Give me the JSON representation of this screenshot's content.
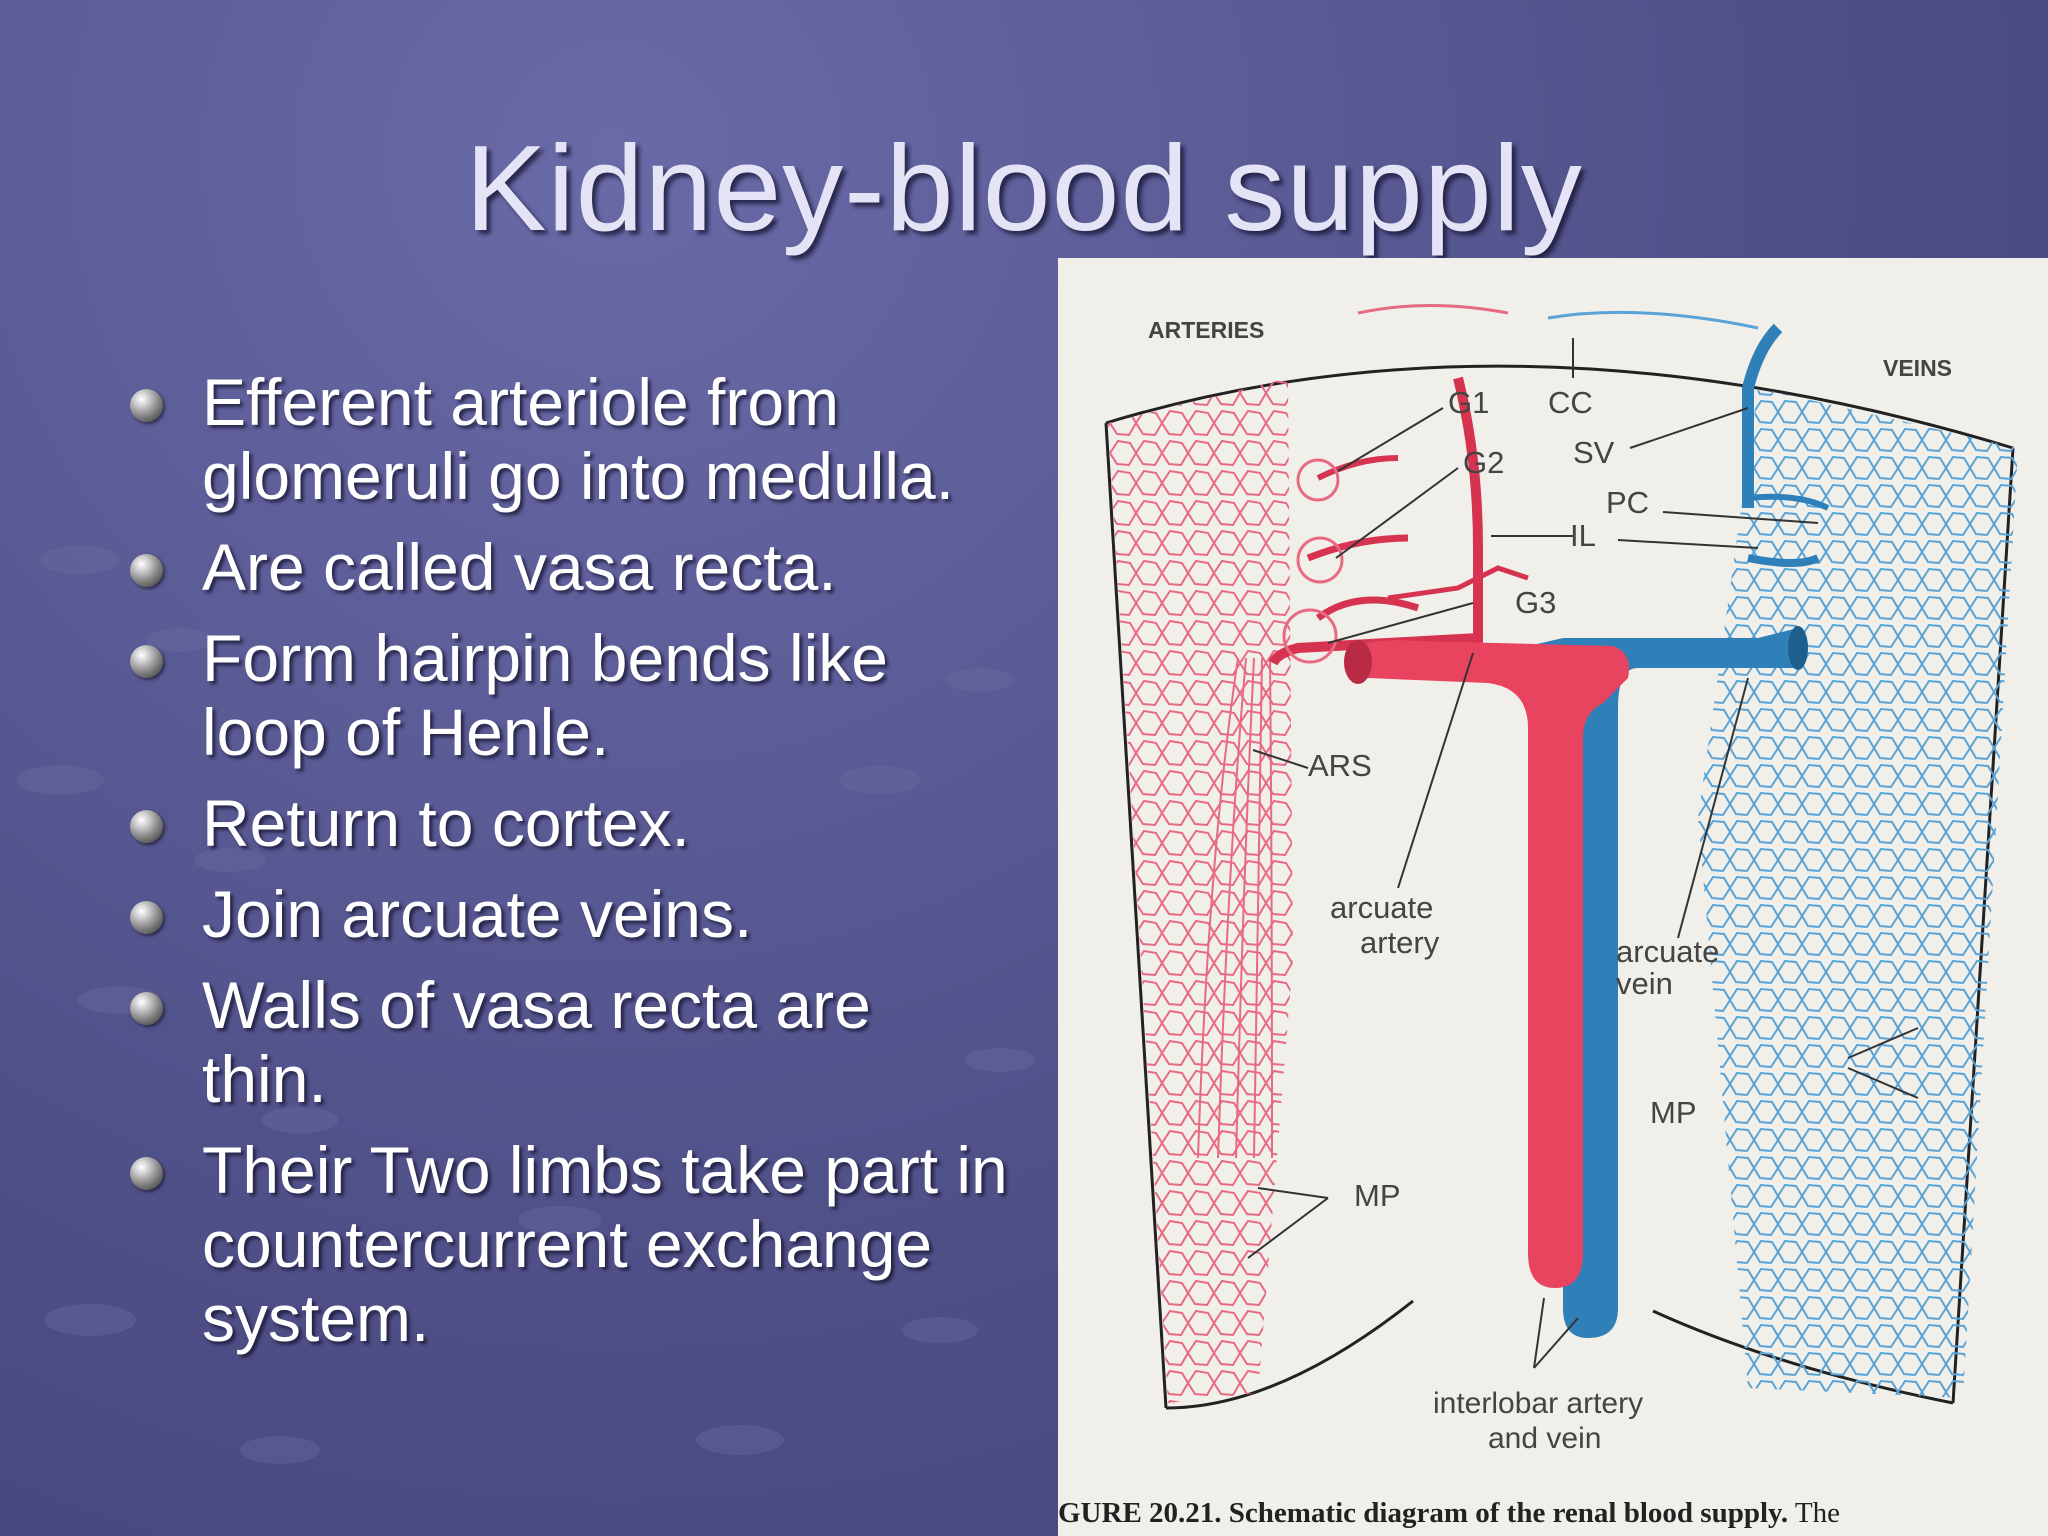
{
  "slide": {
    "title": "Kidney-blood supply",
    "bullets": [
      "Efferent arteriole from glomeruli go into medulla.",
      "Are called vasa recta.",
      "Form hairpin bends like loop of Henle.",
      "Return to cortex.",
      "Join arcuate veins.",
      "Walls of vasa recta are thin.",
      "Their Two limbs take part in countercurrent exchange system."
    ]
  },
  "figure": {
    "labels": {
      "arteries": "ARTERIES",
      "veins": "VEINS",
      "g1": "G1",
      "g2": "G2",
      "g3": "G3",
      "cc": "CC",
      "sv": "SV",
      "pc": "PC",
      "il": "IL",
      "ars": "ARS",
      "arcuate_artery_1": "arcuate",
      "arcuate_artery_2": "artery",
      "arcuate_vein_1": "arcuate",
      "arcuate_vein_2": "vein",
      "mp_left": "MP",
      "mp_right": "MP",
      "interlobar_1": "interlobar artery",
      "interlobar_2": "and vein"
    },
    "caption_prefix": "GURE 20.21.",
    "caption_bold": "Schematic diagram of the renal blood supply.",
    "caption_tail": "The",
    "colors": {
      "artery": "#e8445f",
      "vein": "#2f7fb8",
      "artery_mesh": "#e86a82",
      "vein_mesh": "#5aa3d6"
    }
  }
}
